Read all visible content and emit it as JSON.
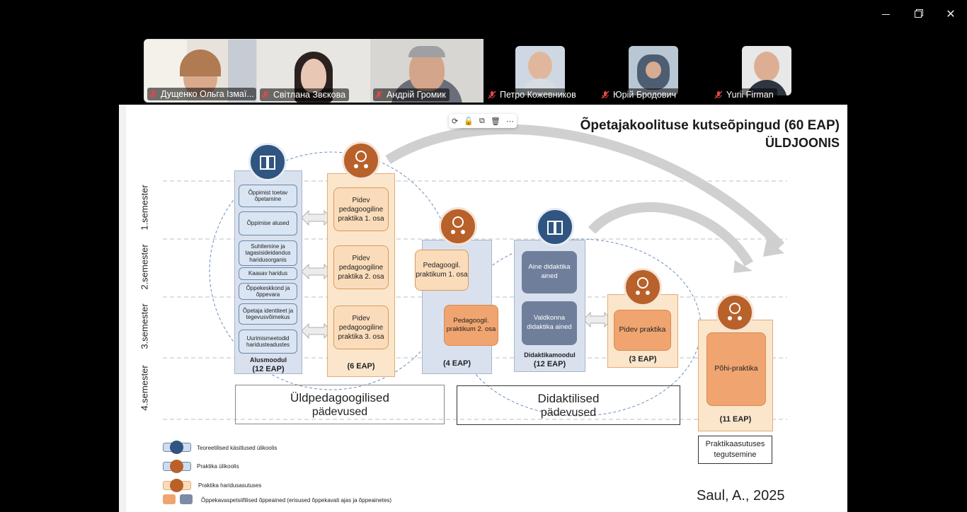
{
  "window": {
    "min_icon": "minimize-icon",
    "max_icon": "restore-icon",
    "close_icon": "close-icon"
  },
  "participants": [
    {
      "name": "Дущенко Ольга Ізмаї..."
    },
    {
      "name": "Світлана Звєкова"
    },
    {
      "name": "Андрій Громик"
    },
    {
      "name": "Петро Кожевников"
    },
    {
      "name": "Юрій Бродович"
    },
    {
      "name": "Yurii Firman"
    }
  ],
  "slide": {
    "title1": "Õpetajakoolituse kutseõpingud (60 EAP)",
    "title2": "ÜLDJOONIS",
    "semesters": [
      "1.semester",
      "2.semester",
      "3.semester",
      "4.semester"
    ],
    "alus": {
      "items": [
        "Õppimist toetav õpetamine",
        "Õppimise alused",
        "Suhtlemine ja tagasisideidandus haridusorganis",
        "Kaasav haridus",
        "Õppekeskkond ja õppevara",
        "Õpetaja identiteet ja tegevusvõimekus",
        "Uurimismeetodid haridusteadustes"
      ],
      "label1": "Alusmoodul",
      "label2": "(12 EAP)"
    },
    "pidev": {
      "items": [
        "Pidev pedagoogiline praktika 1. osa",
        "Pidev pedagoogiline praktika 2. osa",
        "Pidev pedagoogiline praktika 3. osa"
      ],
      "label": "(6 EAP)"
    },
    "pedag": {
      "items": [
        "Pedagoogil. praktikum 1. osa",
        "Pedagoogil. praktikum 2. osa"
      ],
      "label": "(4 EAP)"
    },
    "didak": {
      "items": [
        "Aine didaktika ained",
        "Valdkonna didaktika ained"
      ],
      "label1": "Didaktikamoodul",
      "label2": "(12 EAP)"
    },
    "pidevp": {
      "item": "Pidev praktika",
      "label": "(3 EAP)"
    },
    "pohi": {
      "item": "Põhi-praktika",
      "label": "(11 EAP)"
    },
    "praktika_box": "Praktikaasutuses tegutsemine",
    "comp1a": "Üldpedagoogilised",
    "comp1b": "pädevused",
    "comp2a": "Didaktilised",
    "comp2b": "pädevused",
    "legend": [
      "Teoreetilised käsitlused ülikoolis",
      "Praktika ülikoolis",
      "Praktika haridusasutuses",
      "Õppekavaspetsiifilised õppeained (erisused õppekavati ajas ja õppeainetes)"
    ],
    "credit": "Saul, A., 2025",
    "toolbar": [
      "rotate-icon",
      "lock-icon",
      "copy-icon",
      "trash-icon",
      "more-icon"
    ]
  },
  "colors": {
    "navy": "#3d5a80",
    "orange": "#b8612a",
    "peach": "#fbdcba",
    "slate": "#6f7f9b"
  }
}
